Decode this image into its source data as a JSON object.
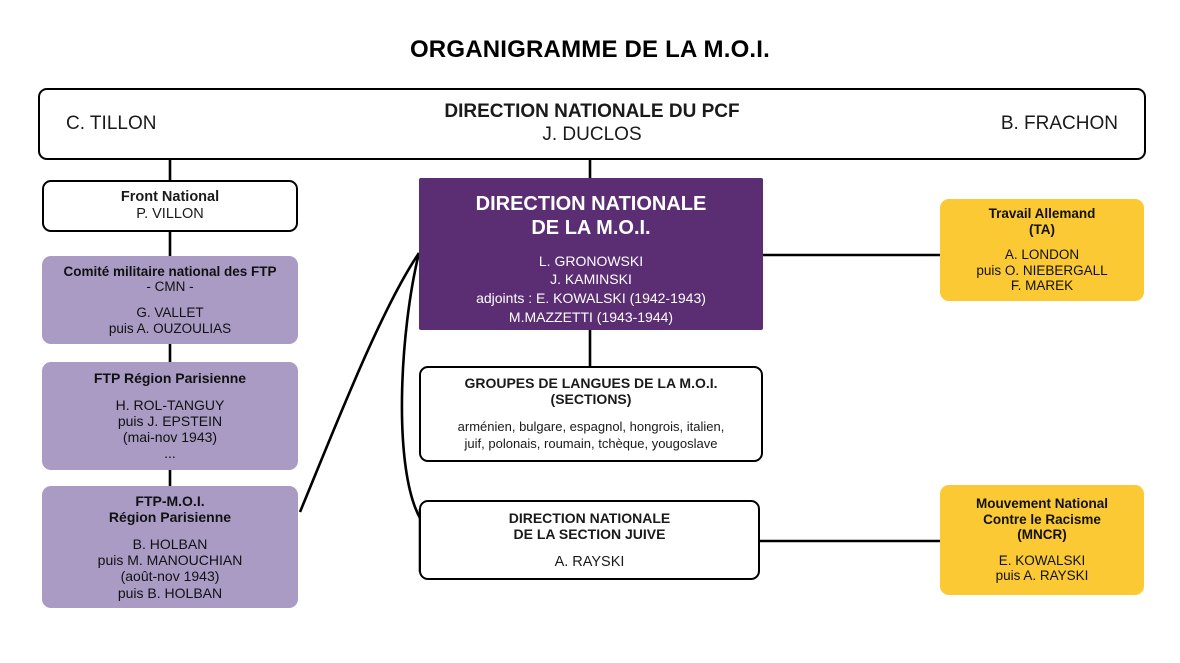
{
  "page": {
    "title": "ORGANIGRAMME DE LA M.O.I."
  },
  "colors": {
    "dark_purple": "#5B2D72",
    "light_purple": "#A99BC4",
    "yellow": "#FBC934",
    "line": "#000000",
    "background": "#FFFFFF"
  },
  "nodes": {
    "pcf": {
      "left_name": "C. TILLON",
      "title": "DIRECTION NATIONALE DU PCF",
      "leader": "J. DUCLOS",
      "right_name": "B. FRACHON"
    },
    "front_national": {
      "title": "Front National",
      "line1": "P. VILLON"
    },
    "cmn": {
      "title": "Comité militaire national des FTP",
      "subtitle": "- CMN -",
      "line1": "G. VALLET",
      "line2": "puis A. OUZOULIAS"
    },
    "ftp_region_parisienne": {
      "title": "FTP Région Parisienne",
      "line1": "H. ROL-TANGUY",
      "line2": "puis J. EPSTEIN",
      "line3": "(mai-nov 1943)",
      "line4": "..."
    },
    "ftp_moi_region_parisienne": {
      "title_line1": "FTP-M.O.I.",
      "title_line2": "Région Parisienne",
      "line1": "B. HOLBAN",
      "line2": "puis M. MANOUCHIAN",
      "line3": "(août-nov 1943)",
      "line4": "puis B. HOLBAN"
    },
    "direction_moi": {
      "title_line1": "DIRECTION NATIONALE",
      "title_line2": "DE LA M.O.I.",
      "line1": "L. GRONOWSKI",
      "line2": "J. KAMINSKI",
      "line3": "adjoints : E. KOWALSKI (1942-1943)",
      "line4": "M.MAZZETTI (1943-1944)"
    },
    "groupes_langues": {
      "title_line1": "GROUPES DE LANGUES DE LA M.O.I.",
      "title_line2": "(SECTIONS)",
      "line1": "arménien, bulgare, espagnol, hongrois, italien,",
      "line2": "juif, polonais, roumain, tchèque, yougoslave"
    },
    "section_juive": {
      "title_line1": "DIRECTION NATIONALE",
      "title_line2": "DE LA SECTION JUIVE",
      "line1": "A. RAYSKI"
    },
    "travail_allemand": {
      "title_line1": "Travail Allemand",
      "title_line2": "(TA)",
      "line1": "A. LONDON",
      "line2": "puis O. NIEBERGALL",
      "line3": "F. MAREK"
    },
    "mncr": {
      "title_line1": "Mouvement National",
      "title_line2": "Contre le Racisme",
      "title_line3": "(MNCR)",
      "line1": "E. KOWALSKI",
      "line2": "puis A. RAYSKI"
    }
  }
}
